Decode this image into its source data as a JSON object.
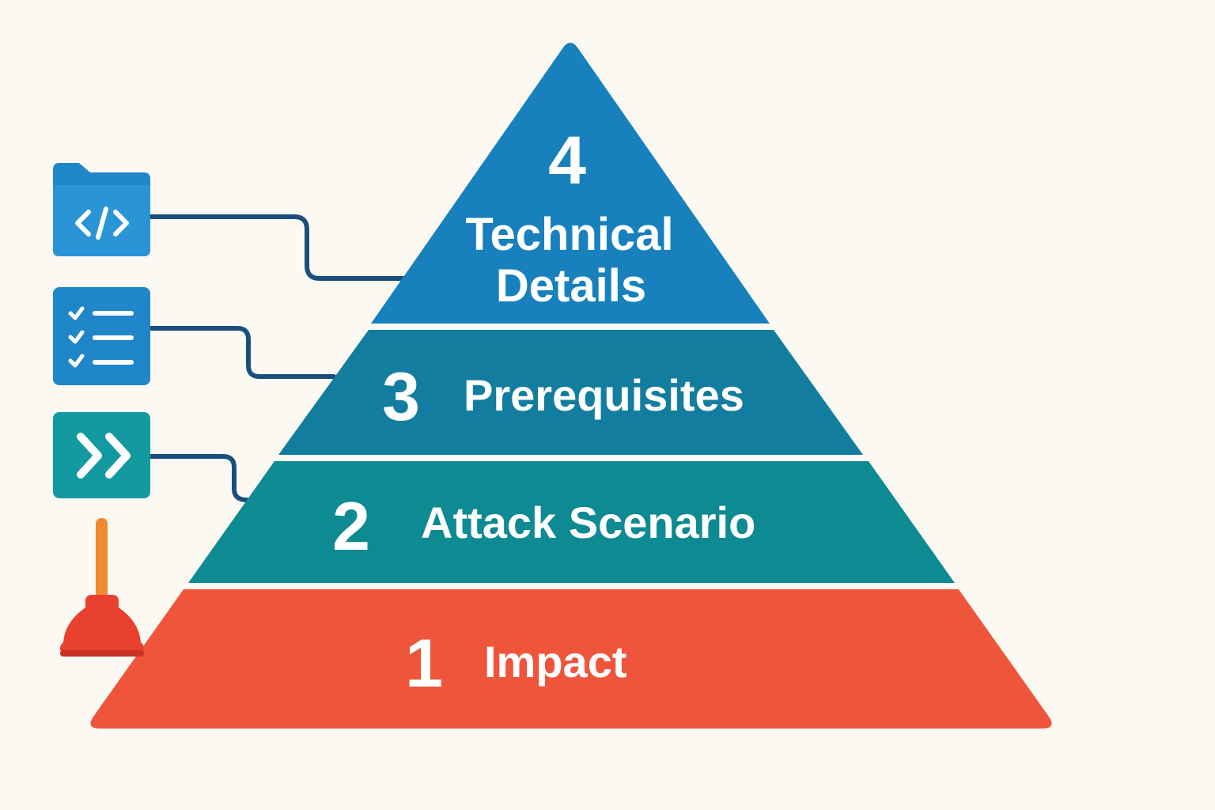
{
  "diagram": {
    "tiers": [
      {
        "number": "1",
        "label": "Impact",
        "color": "#ef553b"
      },
      {
        "number": "2",
        "label": "Attack Scenario",
        "color": "#0e8a92"
      },
      {
        "number": "3",
        "label": "Prerequisites",
        "color": "#127d9e"
      },
      {
        "number": "4",
        "label_line1": "Technical",
        "label_line2": "Details",
        "color": "#1780bd"
      }
    ],
    "icons": [
      {
        "name": "code-folder-icon",
        "color": "#1f86c9"
      },
      {
        "name": "checklist-icon",
        "color": "#1f86c9"
      },
      {
        "name": "fast-forward-icon",
        "color": "#139aa0"
      },
      {
        "name": "plunger-icon",
        "color": "#e8412f"
      }
    ],
    "connector_color": "#1a4f7d",
    "background": "#fcf9f3"
  }
}
